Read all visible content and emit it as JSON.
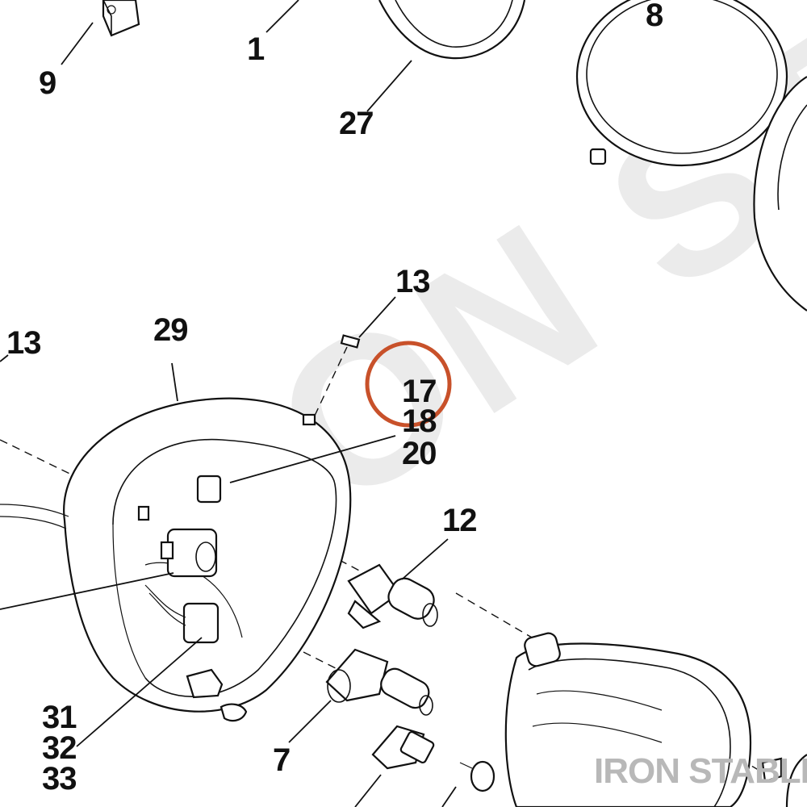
{
  "watermark_text": "IRON STABLE",
  "brand_text": "IRON STABLE",
  "highlight_color": "#c8512a",
  "callouts": [
    {
      "id": "1",
      "text": "1"
    },
    {
      "id": "8",
      "text": "8"
    },
    {
      "id": "9",
      "text": "9"
    },
    {
      "id": "27",
      "text": "27"
    },
    {
      "id": "13a",
      "text": "13"
    },
    {
      "id": "13b",
      "text": "13"
    },
    {
      "id": "29",
      "text": "29"
    },
    {
      "id": "17",
      "text": "17"
    },
    {
      "id": "18",
      "text": "18"
    },
    {
      "id": "20",
      "text": "20"
    },
    {
      "id": "12",
      "text": "12"
    },
    {
      "id": "31",
      "text": "31"
    },
    {
      "id": "32",
      "text": "32"
    },
    {
      "id": "33",
      "text": "33"
    },
    {
      "id": "7",
      "text": "7"
    }
  ]
}
